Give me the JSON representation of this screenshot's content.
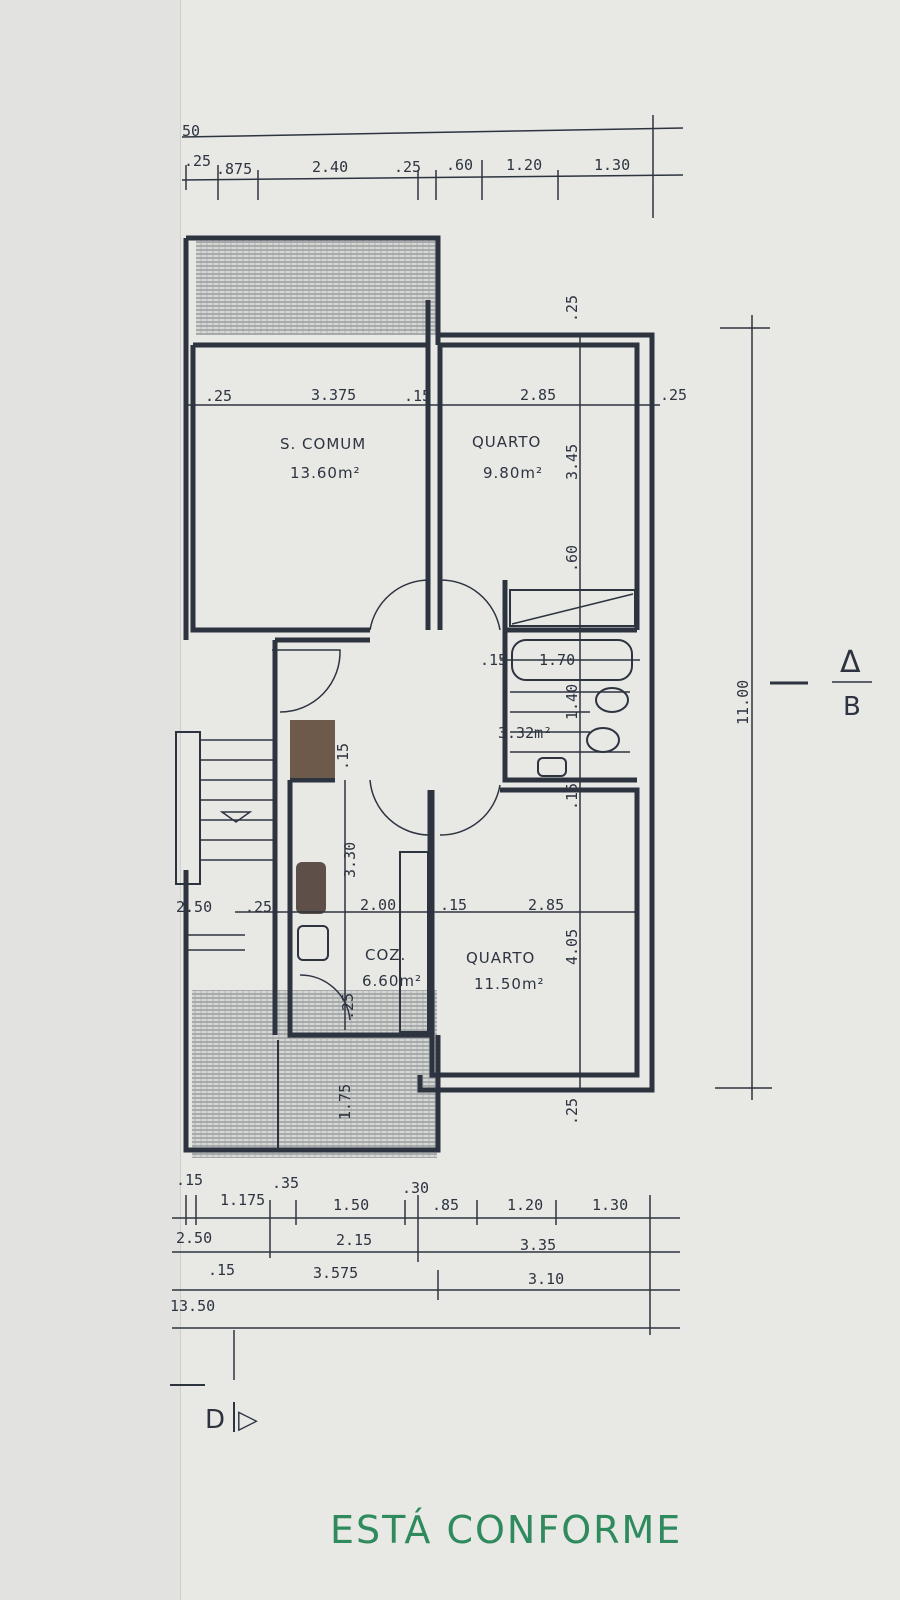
{
  "top_dims": {
    "overall": "50",
    "row": [
      ".25",
      ".875",
      "2.40",
      ".25",
      ".60",
      "1.20",
      "1.30"
    ]
  },
  "rooms": {
    "sala": {
      "name": "S. COMUM",
      "area": "13.60m²",
      "dims": [
        ".25",
        "3.375",
        ".15"
      ]
    },
    "quarto1": {
      "name": "QUARTO",
      "area": "9.80m²",
      "dims": [
        "2.85",
        ".25",
        "3.45",
        ".60",
        ".25"
      ]
    },
    "bath": {
      "area": "3.32m²",
      "dims": [
        ".15",
        "1.70",
        "1.40"
      ]
    },
    "cozinha": {
      "name": "COZ.",
      "area": "6.60m²",
      "dims": [
        "3.30",
        "2.00",
        ".25",
        ".15"
      ]
    },
    "quarto2": {
      "name": "QUARTO",
      "area": "11.50m²",
      "dims": [
        ".15",
        "2.85",
        "4.05",
        ".25",
        ".15"
      ]
    },
    "stairs": {
      "dims": [
        "2.50",
        ".25"
      ]
    },
    "balcony": {
      "dims": [
        "1.75"
      ]
    }
  },
  "side_dim": {
    "total": "11.00",
    "section_mark": "Δ",
    "section_letter": "B"
  },
  "bottom_dims": {
    "row1": [
      ".15",
      "1.175",
      ".35",
      "1.50",
      ".30",
      ".85",
      "1.20",
      "1.30"
    ],
    "row2": [
      "2.50",
      "2.15",
      "3.35"
    ],
    "row3": [
      ".15",
      "3.575",
      "3.10"
    ],
    "row4": [
      "13.50"
    ]
  },
  "section_d": {
    "letter": "D",
    "mark": "▷"
  },
  "stamp": "ESTÁ CONFORME"
}
